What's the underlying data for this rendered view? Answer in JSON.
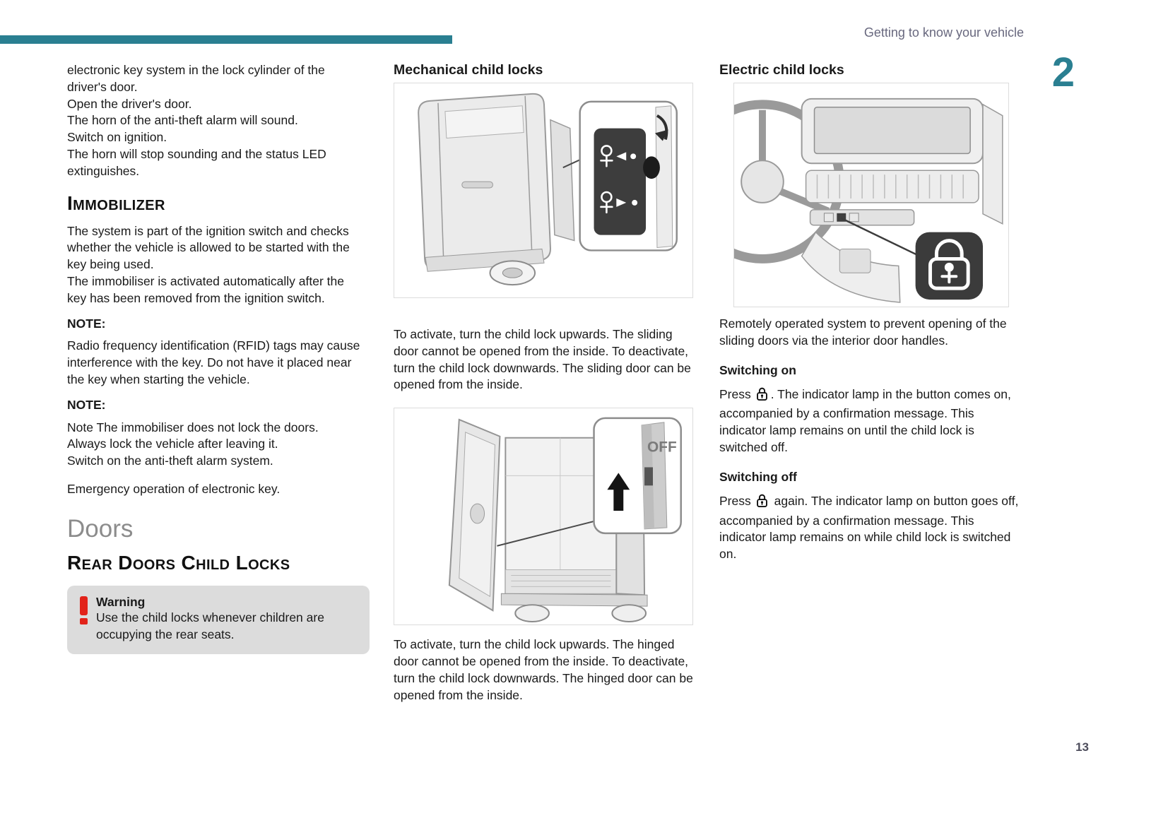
{
  "header": {
    "section_title": "Getting to know your vehicle",
    "chapter_number": "2"
  },
  "footer": {
    "page_number": "13"
  },
  "colors": {
    "accent_teal": "#2a7f91",
    "header_gray": "#68687e",
    "warning_red": "#e2231a",
    "warning_bg": "#dcdcdc"
  },
  "icons": {
    "warning": "red-exclamation-mark",
    "child_lock": "child-lock-pictogram"
  },
  "col1": {
    "intro": "electronic key system in the lock cylinder of the driver's door.\nOpen the driver's door.\nThe horn of the anti-theft alarm will sound.\nSwitch on ignition.\nThe horn will stop sounding and the status LED extinguishes.",
    "immobilizer_heading": "Immobilizer",
    "immobilizer_body": "The system is part of the ignition switch and checks whether the vehicle is allowed to be started with the key being used.\nThe immobiliser is activated automatically after the key has been removed from the ignition switch.",
    "note1_label": "NOTE:",
    "note1_body": "Radio frequency identification (RFID) tags may cause interference with the key. Do not have it placed near the key when starting the vehicle.",
    "note2_label": "NOTE:",
    "note2_body": "Note The immobiliser does not lock the doors.\nAlways lock the vehicle after leaving it.\nSwitch on the anti-theft alarm system.",
    "emergency_line": "Emergency operation of electronic key.",
    "doors_heading": "Doors",
    "rear_doors_heading": "Rear Doors Child Locks",
    "warning": {
      "title": "Warning",
      "body": "Use the child locks whenever children are occupying the rear seats."
    }
  },
  "col2": {
    "mechanical_heading": "Mechanical child locks",
    "sliding_text": "To activate, turn the child lock upwards. The sliding door cannot be opened from the inside. To deactivate, turn the child lock downwards. The sliding door can be opened from the inside.",
    "off_label": "OFF",
    "hinged_text": "To activate, turn the child lock upwards. The hinged door cannot be opened from the inside. To deactivate, turn the child lock downwards. The hinged door can be opened from the inside."
  },
  "col3": {
    "electric_heading": "Electric child locks",
    "remote_text": "Remotely operated system to prevent opening of the sliding doors via the interior door handles.",
    "switching_on_heading": "Switching on",
    "switching_on_prefix": "Press",
    "switching_on_body": ". The indicator lamp in the button comes on, accompanied by a confirmation message. This indicator lamp remains on until the child lock is switched off.",
    "switching_off_heading": "Switching off",
    "switching_off_prefix": "Press",
    "switching_off_body": "again. The indicator lamp on button goes off, accompanied by a confirmation message. This indicator lamp remains on while child lock is switched on."
  }
}
